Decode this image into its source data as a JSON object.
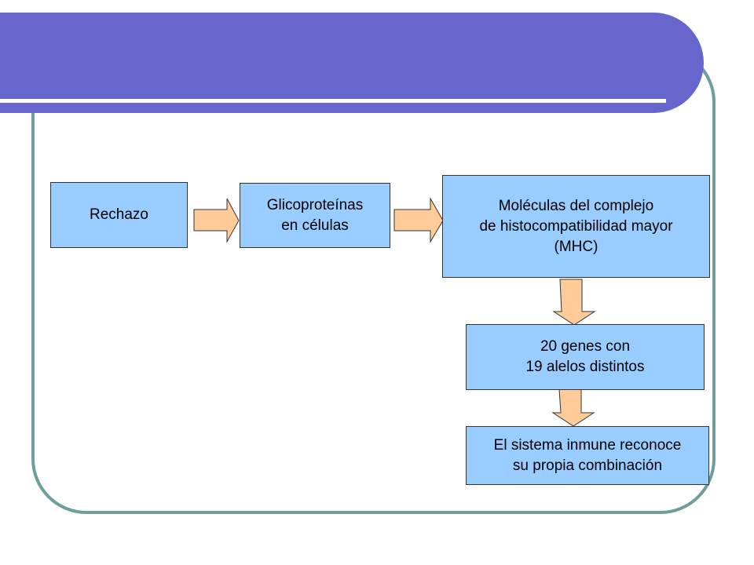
{
  "diagram": {
    "nodes": [
      {
        "id": "rechazo",
        "label": "Rechazo"
      },
      {
        "id": "glicoproteinas",
        "label": "Glicoproteínas\nen células"
      },
      {
        "id": "mhc",
        "label": "Moléculas del complejo\nde histocompatibilidad mayor\n(MHC)"
      },
      {
        "id": "genes",
        "label": "20 genes con\n19 alelos distintos"
      },
      {
        "id": "sistema",
        "label": "El sistema inmune reconoce\nsu propia combinación"
      }
    ],
    "edges": [
      {
        "from": "rechazo",
        "to": "glicoproteinas"
      },
      {
        "from": "glicoproteinas",
        "to": "mhc"
      },
      {
        "from": "mhc",
        "to": "genes"
      },
      {
        "from": "genes",
        "to": "sistema"
      }
    ]
  },
  "colors": {
    "banner": "#6666CC",
    "frame": "#6E9E9B",
    "box_fill": "#99CCFF",
    "arrow_fill": "#FFCC99"
  }
}
